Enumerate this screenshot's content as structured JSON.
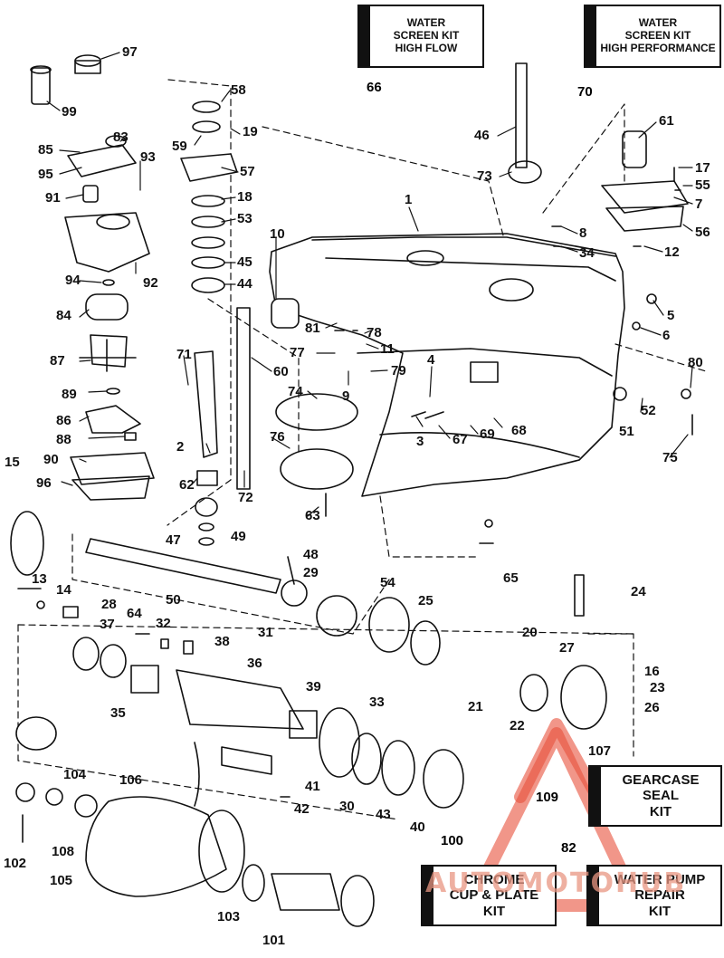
{
  "diagram": {
    "part_numbers": [
      "97",
      "99",
      "58",
      "19",
      "85",
      "83",
      "59",
      "95",
      "93",
      "57",
      "91",
      "18",
      "53",
      "92",
      "45",
      "94",
      "44",
      "84",
      "87",
      "89",
      "86",
      "88",
      "90",
      "96",
      "1",
      "10",
      "81",
      "78",
      "77",
      "11",
      "79",
      "74",
      "9",
      "4",
      "3",
      "67",
      "69",
      "68",
      "5",
      "6",
      "52",
      "51",
      "80",
      "75",
      "76",
      "63",
      "71",
      "60",
      "2",
      "62",
      "72",
      "46",
      "73",
      "61",
      "17",
      "55",
      "7",
      "8",
      "34",
      "56",
      "12",
      "15",
      "13",
      "14",
      "28",
      "64",
      "32",
      "38",
      "37",
      "35",
      "36",
      "39",
      "33",
      "30",
      "43",
      "40",
      "41",
      "42",
      "47",
      "49",
      "48",
      "29",
      "50",
      "31",
      "54",
      "25",
      "65",
      "24",
      "20",
      "27",
      "16",
      "23",
      "26",
      "21",
      "22",
      "107",
      "104",
      "106",
      "108",
      "102",
      "105",
      "103",
      "101"
    ],
    "colors": {
      "line": "#111111",
      "background": "#ffffff",
      "watermark": "#e8503a"
    }
  },
  "kits": {
    "k66": {
      "number": "66",
      "lines": [
        "WATER",
        "SCREEN KIT",
        "HIGH FLOW"
      ]
    },
    "k70": {
      "number": "70",
      "lines": [
        "WATER",
        "SCREEN KIT",
        "HIGH PERFORMANCE"
      ]
    },
    "k109": {
      "number": "109",
      "lines": [
        "GEARCASE",
        "SEAL",
        "KIT"
      ]
    },
    "k100": {
      "number": "100",
      "lines": [
        "CHROME",
        "CUP & PLATE",
        "KIT"
      ]
    },
    "k82": {
      "number": "82",
      "lines": [
        "WATER PUMP",
        "REPAIR",
        "KIT"
      ]
    }
  },
  "watermark": {
    "text": "AUTOMOTOHUB"
  }
}
